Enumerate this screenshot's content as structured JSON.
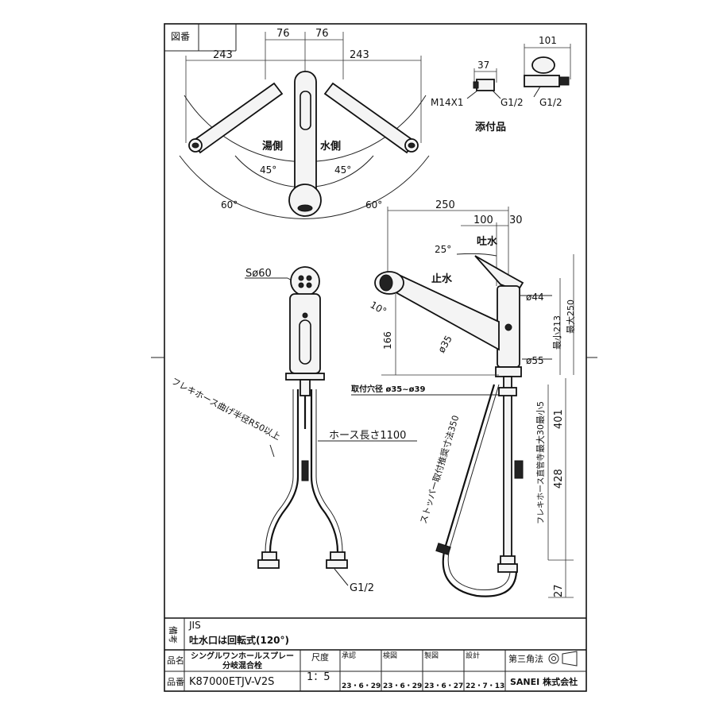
{
  "header": {
    "drawing_no_label": "図番"
  },
  "top_view": {
    "dim_left_76": "76",
    "dim_right_76": "76",
    "dim_left_243": "243",
    "dim_right_243": "243",
    "hot_side": "湯側",
    "cold_side": "水側",
    "angle_left_45": "45°",
    "angle_right_45": "45°",
    "angle_left_60": "60°",
    "angle_right_60": "60°"
  },
  "accessories": {
    "dim_37": "37",
    "dim_101": "101",
    "thread_m14": "M14X1",
    "thread_g12_a": "G1/2",
    "thread_g12_b": "G1/2",
    "label": "添付品"
  },
  "front_view": {
    "sphere": "Sø60",
    "hose_bend": "フレキホース曲げ半径R50以上",
    "hose_length": "ホース長さ1100",
    "connection": "G1/2"
  },
  "side_view": {
    "dim_250": "250",
    "dim_100": "100",
    "dim_30": "30",
    "angle_25": "25°",
    "spout_label": "吐水",
    "stop_label": "止水",
    "angle_10": "10°",
    "dim_166": "166",
    "dia_35": "ø35",
    "dia_44": "ø44",
    "dia_55": "ø55",
    "min_213": "最小213",
    "max_250": "最大250",
    "mount_hole": "取付穴径  ø35~ø39",
    "stopper": "ストッパー取付推奨寸法350",
    "max_30_min_5": "最大30最小5",
    "flex_length": "フレキホース直管寺",
    "dim_401": "401",
    "dim_428": "428",
    "dim_27": "27"
  },
  "title_block": {
    "remarks_label": "備考",
    "remark_line1": "JIS",
    "remark_line2": "吐水口は回転式(120°)",
    "name_label": "品名",
    "product_name_1": "シングルワンホールスプレー",
    "product_name_2": "分岐混合栓",
    "number_label": "品番",
    "product_number": "K87000ETJV-V2S",
    "scale_label": "尺度",
    "scale_value": "1：5",
    "approved_label": "承認",
    "approved_date": "23・6・29",
    "checked_label": "検図",
    "checked_date": "23・6・29",
    "drawn_label": "製図",
    "drawn_date": "23・6・27",
    "design_label": "設計",
    "design_date": "22・7・13",
    "projection_label": "第三角法",
    "company": "SANEI 株式会社"
  }
}
